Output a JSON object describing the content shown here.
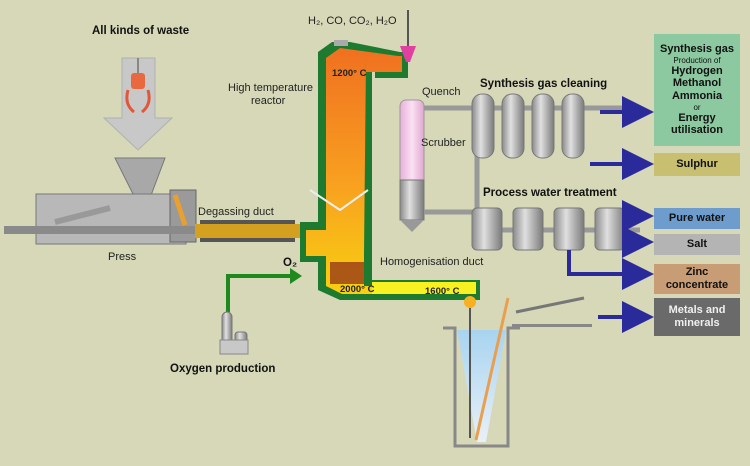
{
  "title": "Waste gasification process",
  "labels": {
    "waste": "All kinds of waste",
    "reactor": [
      "High temperature",
      "reactor"
    ],
    "gases": "H₂, CO, CO₂, H₂O",
    "quench": "Quench",
    "scrubber": "Scrubber",
    "gas_cleaning": "Synthesis gas cleaning",
    "water_treatment": "Process water treatment",
    "degassing": "Degassing duct",
    "press": "Press",
    "o2": "O₂",
    "oxygen": "Oxygen production",
    "homogenisation": "Homogenisation duct"
  },
  "temperatures": {
    "reactor_top": "1200° C",
    "reactor_bottom": "2000° C",
    "duct": "1600° C"
  },
  "outputs": [
    {
      "id": "synthesis",
      "lines": [
        "Synthesis gas",
        "Production of",
        "Hydrogen",
        "Methanol",
        "Ammonia",
        "or",
        "Energy",
        "utilisation"
      ],
      "color": "#8cc8a0"
    },
    {
      "id": "sulphur",
      "lines": [
        "Sulphur"
      ],
      "color": "#c8c070"
    },
    {
      "id": "water",
      "lines": [
        "Pure water"
      ],
      "color": "#6e9ccc"
    },
    {
      "id": "salt",
      "lines": [
        "Salt"
      ],
      "color": "#b4b4b4"
    },
    {
      "id": "zinc",
      "lines": [
        "Zinc",
        "concentrate"
      ],
      "color": "#c89c74"
    },
    {
      "id": "metals",
      "lines": [
        "Metals and",
        "minerals"
      ],
      "color": "#6a6a6a"
    }
  ],
  "colors": {
    "background": "#d6d8b8",
    "reactor_wall": "#1e7a2e",
    "arrow": "#2a2a9a",
    "o2_arrow": "#1e8a1e"
  }
}
